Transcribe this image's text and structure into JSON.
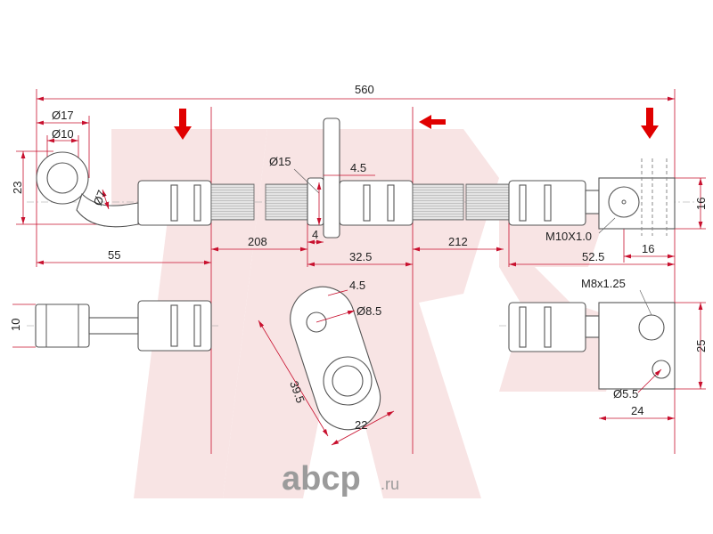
{
  "drawing": {
    "total_length": "560",
    "eye": {
      "outer_dia": "Ø17",
      "inner_dia": "Ø10",
      "height": "23",
      "pipe_dia": "Ø7"
    },
    "collar": {
      "dia": "Ø15",
      "bracket_thickness": "4.5",
      "collar_width": "4"
    },
    "segments": {
      "eye_to_hose": "55",
      "hose_1": "208",
      "bracket_section": "32.5",
      "hose_2": "212",
      "end_section": "52.5",
      "block_offset": "16"
    },
    "end_block": {
      "thread": "M10X1.0",
      "height": "16"
    },
    "side_view": {
      "fitting_height": "10"
    },
    "bracket": {
      "edge": "4.5",
      "hole_dia": "Ø8.5",
      "length": "39.5",
      "width": "22"
    },
    "end_block_side": {
      "thread": "M8x1.25",
      "height": "25",
      "hole_dia": "Ø5.5",
      "width": "24"
    },
    "colors": {
      "dimension": "#c8102e",
      "arrow": "#e00000"
    }
  },
  "footer": {
    "brand": "abcp",
    "domain": ".ru"
  }
}
